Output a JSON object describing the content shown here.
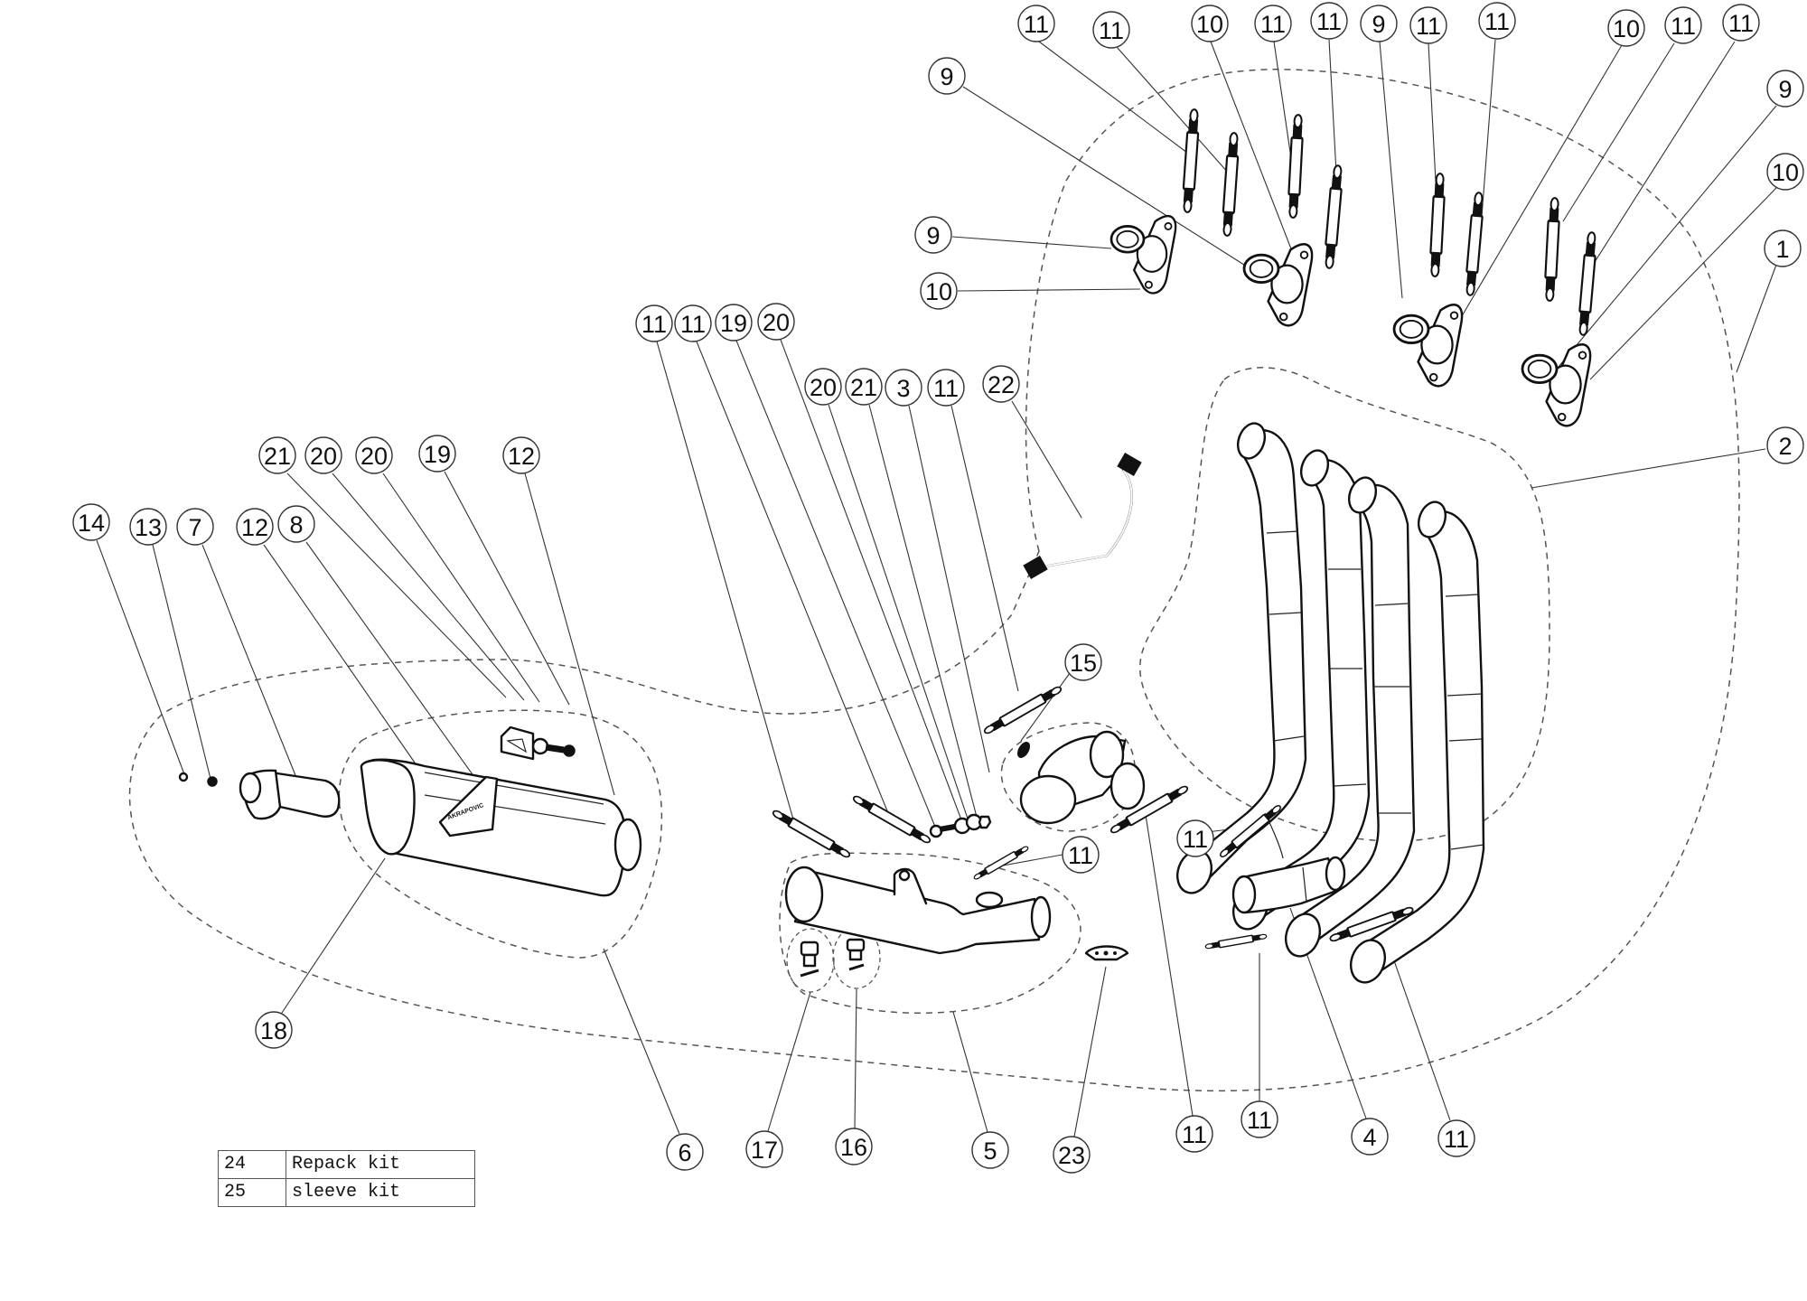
{
  "diagram": {
    "callouts": {
      "top_11a": "11",
      "top_11b": "11",
      "top_10a": "10",
      "top_11c": "11",
      "top_11d": "11",
      "top_9a": "9",
      "top_11e": "11",
      "top_11f": "11",
      "top_10b": "10",
      "top_11g": "11",
      "top_11h": "11",
      "right_9": "9",
      "right_10": "10",
      "assembly_1": "1",
      "gasket_9_upper": "9",
      "gasket_9_left": "9",
      "gasket_10_left": "10",
      "mid_11a": "11",
      "mid_11b": "11",
      "mid_19": "19",
      "mid_20a": "20",
      "mid_20b": "20",
      "mid_21": "21",
      "mid_3": "3",
      "mid_11c": "11",
      "sensor_22": "22",
      "headers_2": "2",
      "left_21": "21",
      "left_20a": "20",
      "left_20b": "20",
      "left_19": "19",
      "left_12a": "12",
      "left_14": "14",
      "left_13": "13",
      "left_7": "7",
      "left_12b": "12",
      "left_8": "8",
      "collector_15": "15",
      "spring_11_mid": "11",
      "spring_11_right": "11",
      "endcap_18": "18",
      "bottom_6": "6",
      "bottom_17": "17",
      "bottom_16": "16",
      "bottom_5": "5",
      "bottom_23": "23",
      "bottom_11a": "11",
      "bottom_11b": "11",
      "bottom_4": "4",
      "bottom_11c": "11"
    },
    "logo_text": "AKRAPOVIC"
  },
  "kits": [
    {
      "number": "24",
      "description": "Repack kit"
    },
    {
      "number": "25",
      "description": "sleeve kit"
    }
  ]
}
